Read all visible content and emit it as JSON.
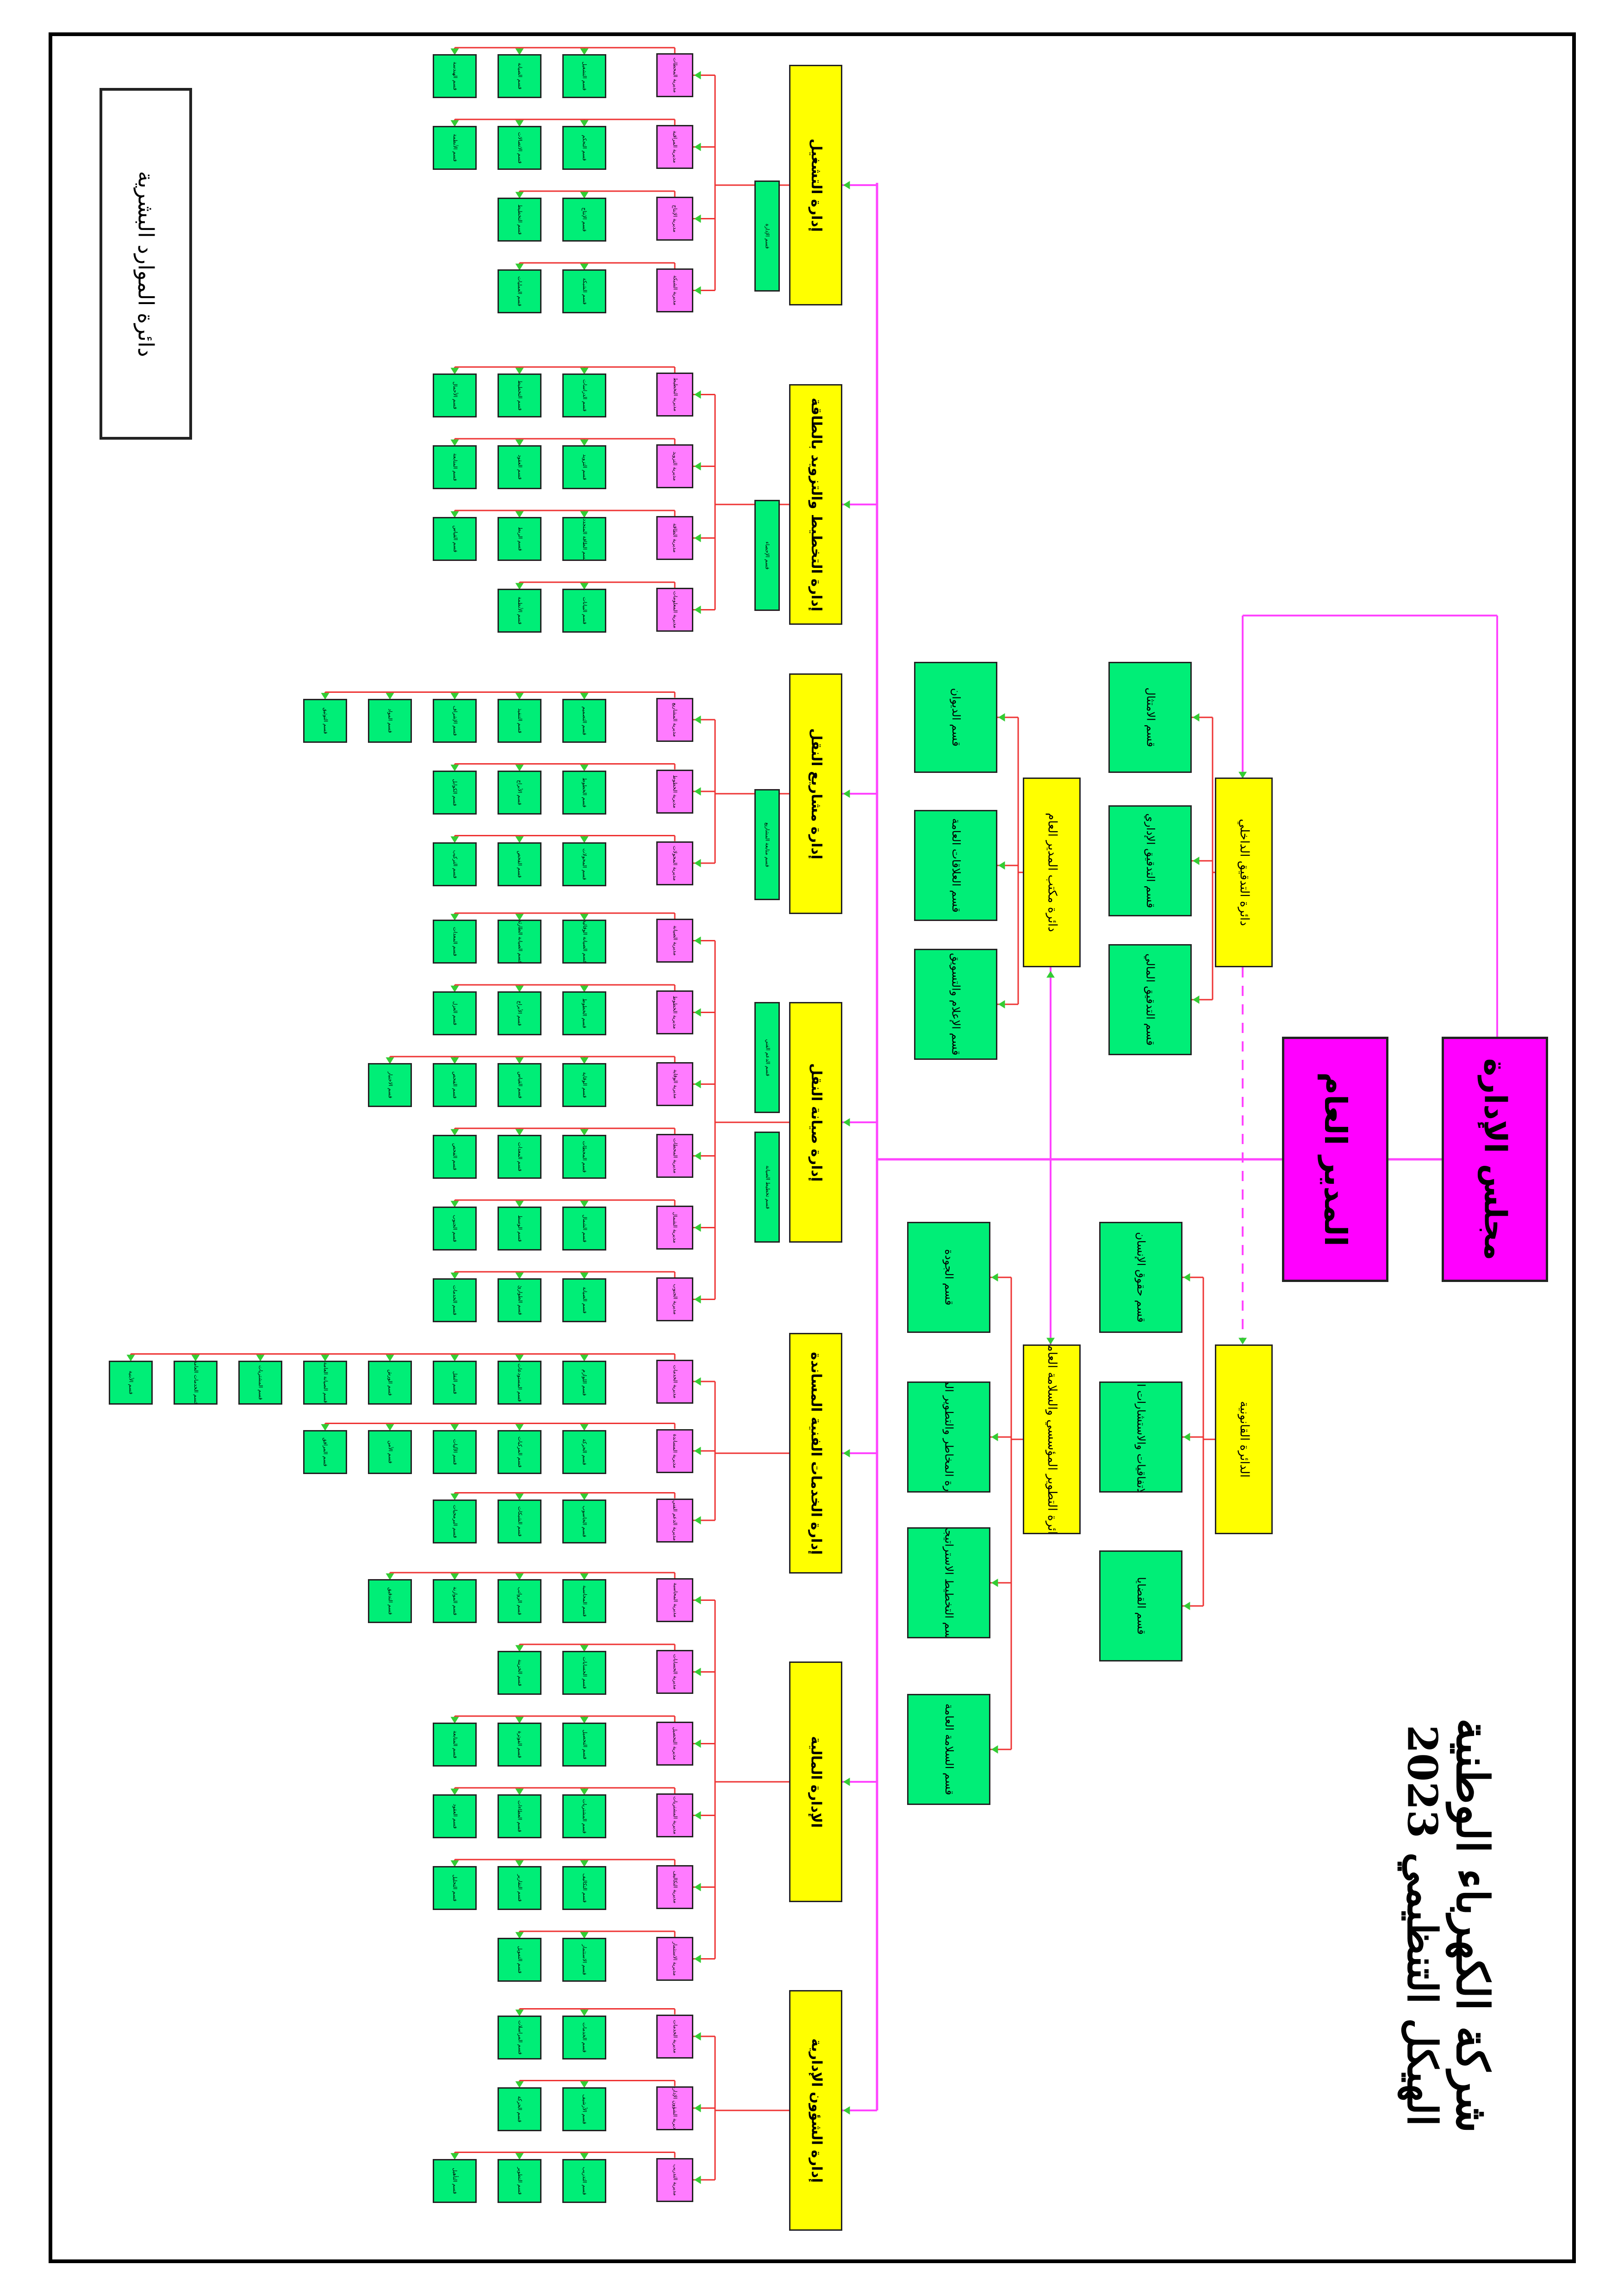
{
  "title": {
    "company": "شركة الكهرباء الوطنية",
    "subtitle": "الهيكل التنظيمي 2023"
  },
  "colors": {
    "board": "#ff00ff",
    "department": "#ffff00",
    "unit": "#ff7bff",
    "section": "#00ee77",
    "trunk_line": "#ff44ff",
    "branch_line": "#ee3333",
    "arrow": "#33cc33"
  },
  "board": {
    "label": "مجلس الإدارة"
  },
  "general_manager": {
    "label": "المدير العام"
  },
  "hr_department": {
    "label": "دائرة الموارد البشرية"
  },
  "middle": {
    "internal_audit": {
      "label": "دائرة التدقيق الداخلي",
      "sections": [
        "قسم التدقيق المالي",
        "قسم التدقيق الإداري",
        "قسم الامتثال"
      ]
    },
    "gm_office": {
      "label": "دائرة مكتب المدير العام",
      "sections": [
        "قسم الإعلام والتسويق",
        "قسم العلاقات العامة",
        "قسم الديوان"
      ]
    },
    "legal": {
      "label": "الدائرة القانونية",
      "sections": [
        "قسم القضايا",
        "قسم الاتفاقيات والاستشارات القانونية",
        "قسم حقوق الإنسان"
      ]
    },
    "engineering_safety": {
      "label": "دائرة التطوير المؤسسي والسلامة العامة",
      "sections": [
        "قسم السلامة العامة",
        "قسم التخطيط الاستراتيجي",
        "قسم إدارة المخاطر والتطوير المؤسسي",
        "قسم الجودة"
      ]
    }
  },
  "departments": [
    {
      "label": "إدارة التشغيل",
      "section": "قسم الإدارة",
      "units": [
        {
          "label": "مديرية المحطات",
          "sections": [
            "قسم التشغيل",
            "قسم الصيانة",
            "قسم الهندسة"
          ]
        },
        {
          "label": "مديرية المراقبة",
          "sections": [
            "قسم التحكم",
            "قسم الاتصالات",
            "قسم الأنظمة"
          ]
        },
        {
          "label": "مديرية الإنتاج",
          "sections": [
            "قسم الإنتاج",
            "قسم التخطيط"
          ]
        },
        {
          "label": "مديرية الشبكة",
          "sections": [
            "قسم الشبكة",
            "قسم العمليات"
          ]
        }
      ]
    },
    {
      "label": "إدارة التخطيط والتزويد بالطاقة",
      "section": "قسم الإحصاء",
      "units": [
        {
          "label": "مديرية التخطيط",
          "sections": [
            "قسم الدراسات",
            "قسم التخطيط",
            "قسم الأحمال"
          ]
        },
        {
          "label": "مديرية التزويد",
          "sections": [
            "قسم التزويد",
            "قسم العقود",
            "قسم المتابعة"
          ]
        },
        {
          "label": "مديرية الطاقة",
          "sections": [
            "قسم الطاقة المتجددة",
            "قسم الربط",
            "قسم القياس"
          ]
        },
        {
          "label": "مديرية المعلومات",
          "sections": [
            "قسم البيانات",
            "قسم الأنظمة"
          ]
        }
      ]
    },
    {
      "label": "إدارة مشاريع النقل",
      "section": "قسم متابعة المشاريع",
      "units": [
        {
          "label": "مديرية المشاريع",
          "sections": [
            "قسم التصميم",
            "قسم التنفيذ",
            "قسم الإشراف",
            "قسم المواد",
            "قسم التوثيق"
          ]
        },
        {
          "label": "مديرية الخطوط",
          "sections": [
            "قسم الخطوط",
            "قسم الأبراج",
            "قسم الكوابل"
          ]
        },
        {
          "label": "مديرية المحولات",
          "sections": [
            "قسم المحولات",
            "قسم الفحص",
            "قسم التركيب"
          ]
        }
      ]
    },
    {
      "label": "إدارة صيانة النقل",
      "section": "قسم الدعم الفني",
      "section2": "قسم تخطيط الصيانة",
      "units": [
        {
          "label": "مديرية الصيانة",
          "sections": [
            "قسم الصيانة الوقائية",
            "قسم الصيانة الطارئة",
            "قسم المعدات"
          ]
        },
        {
          "label": "مديرية الخطوط",
          "sections": [
            "قسم الخطوط",
            "قسم الأبراج",
            "قسم العزل"
          ]
        },
        {
          "label": "مديرية الوقاية",
          "sections": [
            "قسم الوقاية",
            "قسم القياس",
            "قسم الفحص",
            "قسم الاختبار"
          ]
        },
        {
          "label": "مديرية المحطات",
          "sections": [
            "قسم المحطات",
            "قسم المعدات",
            "قسم الفحص"
          ]
        },
        {
          "label": "مديرية الشمال",
          "sections": [
            "قسم الشمال",
            "قسم الوسط",
            "قسم الجنوب"
          ]
        },
        {
          "label": "مديرية الجنوب",
          "sections": [
            "قسم الصيانة",
            "قسم الطوارئ",
            "قسم الخدمات"
          ]
        }
      ]
    },
    {
      "label": "إدارة الخدمات الفنية المساندة",
      "units": [
        {
          "label": "مديرية الخدمات",
          "sections": [
            "قسم اللوازم",
            "قسم المستودعات",
            "قسم النقل",
            "قسم الورش",
            "قسم الصيانة العامة",
            "قسم المشتريات",
            "قسم الخدمات العامة",
            "قسم الأبنية"
          ]
        },
        {
          "label": "مديرية المساندة",
          "sections": [
            "قسم الحركة",
            "قسم المركبات",
            "قسم الآليات",
            "قسم الأمن",
            "قسم المرافق"
          ]
        },
        {
          "label": "مديرية الدعم الفني",
          "sections": [
            "قسم الحاسوب",
            "قسم الشبكات",
            "قسم البرمجيات"
          ]
        }
      ]
    },
    {
      "label": "الإدارة المالية",
      "units": [
        {
          "label": "مديرية المحاسبة",
          "sections": [
            "قسم المحاسبة",
            "قسم الرواتب",
            "قسم الموازنة",
            "قسم التدقيق"
          ]
        },
        {
          "label": "مديرية الحسابات",
          "sections": [
            "قسم الحسابات",
            "قسم الخزينة"
          ]
        },
        {
          "label": "مديرية التحصيل",
          "sections": [
            "قسم التحصيل",
            "قسم الفوترة",
            "قسم المتابعة"
          ]
        },
        {
          "label": "مديرية المشتريات",
          "sections": [
            "قسم المشتريات",
            "قسم العطاءات",
            "قسم العقود"
          ]
        },
        {
          "label": "مديرية التكاليف",
          "sections": [
            "قسم التكاليف",
            "قسم التقارير",
            "قسم التحليل"
          ]
        },
        {
          "label": "مديرية الاستثمار",
          "sections": [
            "قسم الاستثمار",
            "قسم التمويل"
          ]
        }
      ]
    },
    {
      "label": "إدارة الشؤون الإدارية",
      "units": [
        {
          "label": "مديرية الخدمات",
          "sections": [
            "قسم الخدمات",
            "قسم المراسلات"
          ]
        },
        {
          "label": "مديرية الشؤون الإدارية",
          "sections": [
            "قسم الأرشيف",
            "قسم الحركة"
          ]
        },
        {
          "label": "مديرية التدريب",
          "sections": [
            "قسم التدريب",
            "قسم التطوير",
            "قسم التأهيل"
          ]
        }
      ]
    }
  ]
}
